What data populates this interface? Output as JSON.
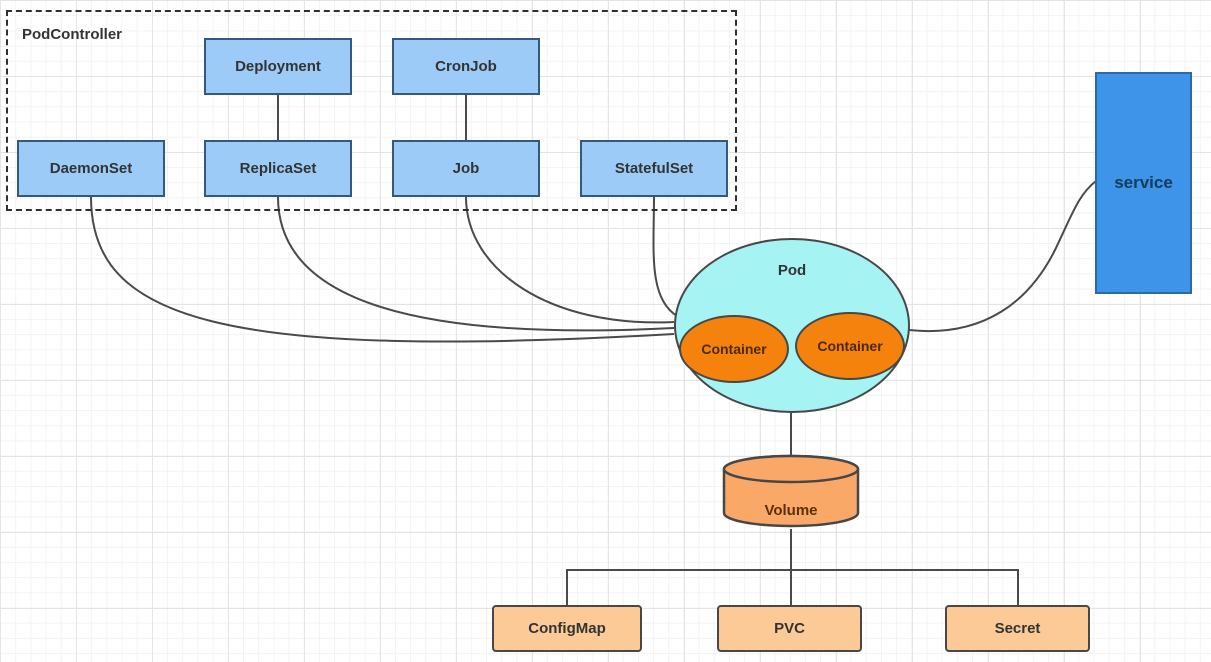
{
  "diagram": {
    "controller_group": {
      "label": "PodController",
      "nodes": {
        "deployment": "Deployment",
        "cronjob": "CronJob",
        "daemonset": "DaemonSet",
        "replicaset": "ReplicaSet",
        "job": "Job",
        "statefulset": "StatefulSet"
      }
    },
    "pod": {
      "label": "Pod",
      "container_left": "Container",
      "container_right": "Container"
    },
    "service": {
      "label": "service"
    },
    "volume": {
      "label": "Volume"
    },
    "storage": {
      "configmap": "ConfigMap",
      "pvc": "PVC",
      "secret": "Secret"
    },
    "colors": {
      "controller_box_fill": "#9DCBF7",
      "controller_box_border": "#33597F",
      "pod_fill": "#A6F3F3",
      "container_fill": "#F5820D",
      "service_fill": "#3D94E8",
      "volume_fill": "#FAA868",
      "storage_fill": "#FBCA97",
      "edge_stroke": "#4A4A4A",
      "text_dark": "#333333"
    }
  }
}
